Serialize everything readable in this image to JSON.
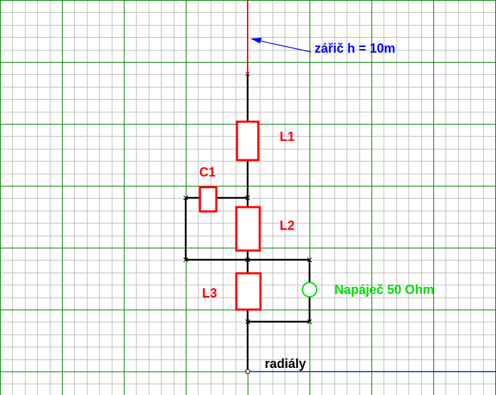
{
  "labels": {
    "radiator": "zářič h = 10m",
    "L1": "L1",
    "C1": "C1",
    "L2": "L2",
    "L3": "L3",
    "feeder": "Napáječ 50 Ohm",
    "radials": "radiály"
  },
  "colors": {
    "grid_minor": "#c0c0c0",
    "grid_major": "#008000",
    "component": "#ff0000",
    "wire": "#000000",
    "radiator": "#ff0000",
    "annotation": "#0000ff",
    "feeder": "#00dd00"
  }
}
